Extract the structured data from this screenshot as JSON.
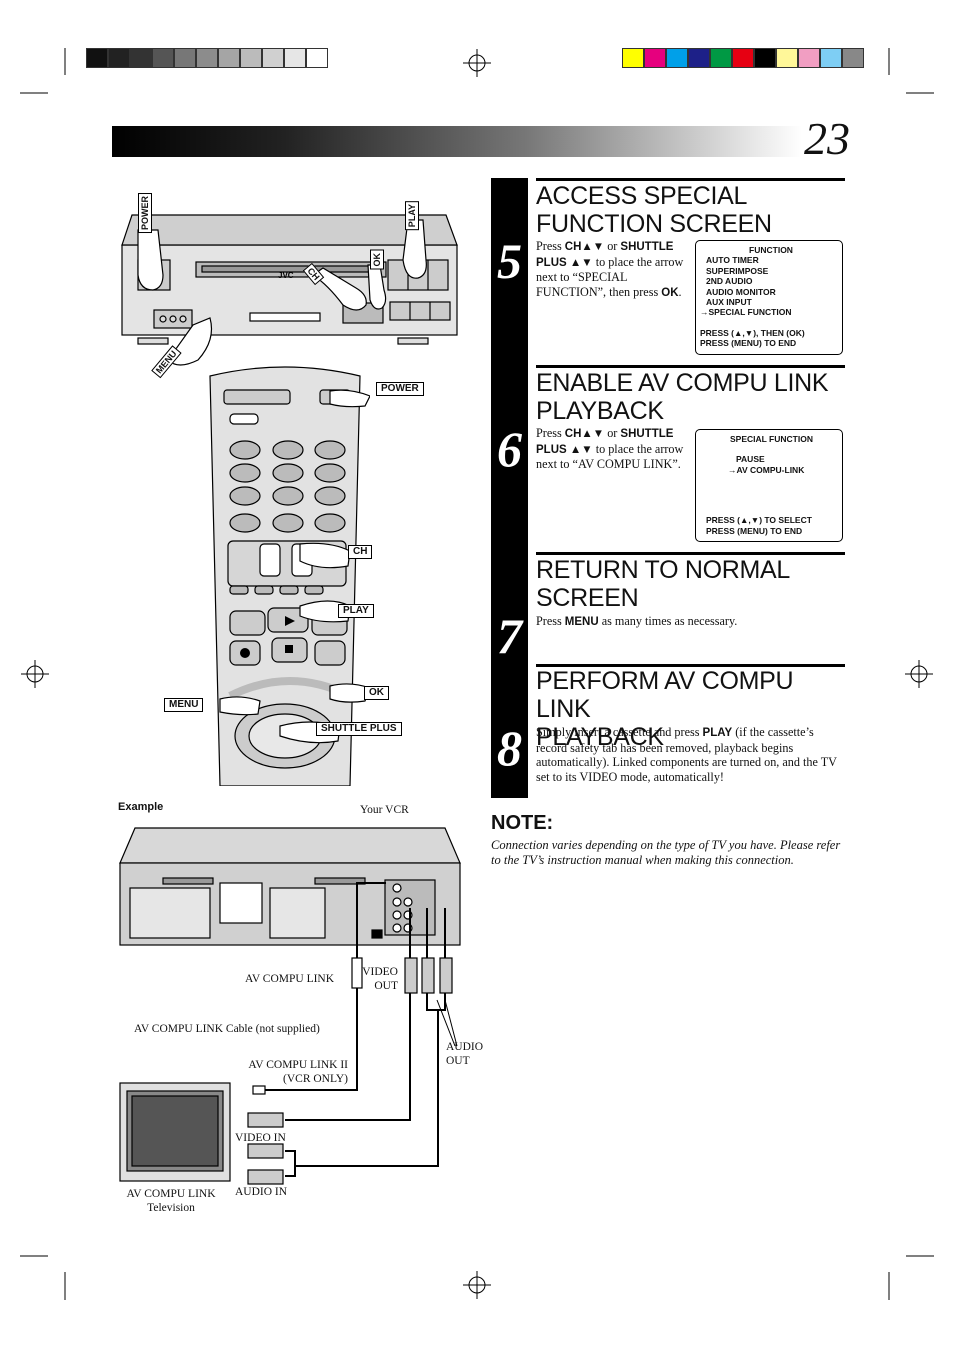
{
  "page_number": "23",
  "colors": {
    "gray_scale": [
      "#111111",
      "#222222",
      "#333333",
      "#555555",
      "#777777",
      "#8c8c8c",
      "#a5a5a5",
      "#bbbbbb",
      "#d0d0d0",
      "#e6e6e6",
      "#ffffff"
    ],
    "color_bar": [
      "#ffff00",
      "#e6007e",
      "#00a0e9",
      "#1d2088",
      "#009944",
      "#e60012",
      "#000000",
      "#fff799",
      "#f19ec2",
      "#7ecef4",
      "#888888"
    ]
  },
  "steps": [
    {
      "number": "5",
      "title_line1": "ACCESS SPECIAL",
      "title_line2": "FUNCTION SCREEN",
      "body": {
        "t1": "Press ",
        "b1": "CH▲▼",
        "t2": " or ",
        "b2": "SHUTTLE PLUS ▲▼",
        "t3": " to place the arrow next to “SPECIAL FUNCTION”, then press ",
        "b3": "OK",
        "t4": "."
      },
      "osd": [
        "FUNCTION",
        "AUTO TIMER",
        "SUPERIMPOSE",
        "2ND AUDIO",
        "AUDIO MONITOR",
        "AUX INPUT",
        "→SPECIAL FUNCTION",
        "",
        "PRESS (▲,▼), THEN (OK)",
        "PRESS (MENU) TO END"
      ]
    },
    {
      "number": "6",
      "title_line1": "ENABLE AV COMPU LINK",
      "title_line2": "PLAYBACK",
      "body": {
        "t1": "Press ",
        "b1": "CH▲▼",
        "t2": " or ",
        "b2": "SHUTTLE PLUS ▲▼",
        "t3": " to place the arrow next to “AV COMPU LINK”."
      },
      "osd": [
        "SPECIAL FUNCTION",
        "",
        "PAUSE",
        "→AV COMPU-LINK",
        "",
        "",
        "",
        "",
        "PRESS (▲,▼) TO SELECT",
        "PRESS (MENU) TO END"
      ]
    },
    {
      "number": "7",
      "title_line1": "RETURN TO NORMAL",
      "title_line2": "SCREEN",
      "body": {
        "t1": "Press ",
        "b1": "MENU",
        "t2": " as many times as necessary."
      }
    },
    {
      "number": "8",
      "title_line1": "PERFORM AV COMPU LINK",
      "title_line2": "PLAYBACK",
      "body": {
        "t1": "Simply insert a cassette and press ",
        "b1": "PLAY",
        "t2": " (if the cassette’s record safety tab has been removed, playback begins automatically). Linked components are turned on, and the TV set to its VIDEO mode, automatically!"
      }
    }
  ],
  "note": {
    "heading": "NOTE:",
    "text": "Connection varies depending on the type of TV you have. Please refer to the TV’s instruction manual when making this connection."
  },
  "vcr_labels": {
    "power": "POWER",
    "play": "PLAY",
    "ok": "OK",
    "ch": "CH",
    "menu": "MENU",
    "brand": "JVC"
  },
  "remote_labels": {
    "power": "POWER",
    "ch": "CH",
    "play": "PLAY",
    "ok": "OK",
    "menu": "MENU",
    "shuttle_plus": "SHUTTLE PLUS"
  },
  "diagram": {
    "example": "Example",
    "your_vcr": "Your VCR",
    "av_compu_link": "AV COMPU LINK",
    "video_out_1": "VIDEO",
    "video_out_2": "OUT",
    "cable": "AV COMPU LINK Cable (not supplied)",
    "link2_1": "AV COMPU LINK II",
    "link2_2": "(VCR ONLY)",
    "audio_out_1": "AUDIO",
    "audio_out_2": "OUT",
    "video_in": "VIDEO IN",
    "audio_in": "AUDIO IN",
    "tv_1": "AV COMPU LINK",
    "tv_2": "Television"
  }
}
